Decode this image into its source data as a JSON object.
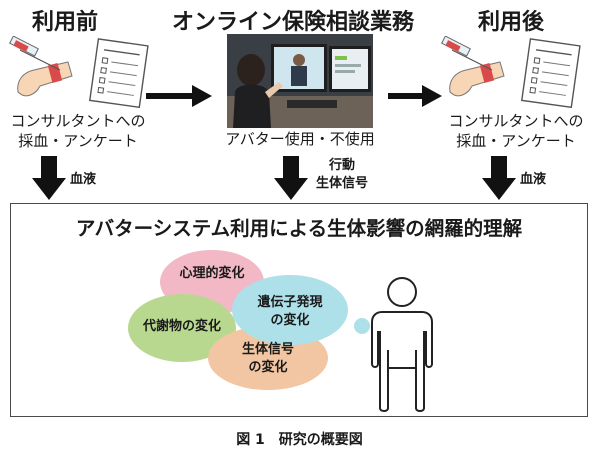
{
  "headings": {
    "before": "利用前",
    "online": "オンライン保険相談業務",
    "after": "利用後"
  },
  "captions": {
    "before_line1": "コンサルタントへの",
    "before_line2": "採血・アンケート",
    "center": "アバター使用・不使用",
    "after_line1": "コンサルタントへの",
    "after_line2": "採血・アンケート"
  },
  "arrow_labels": {
    "left": "血液",
    "center_line1": "行動",
    "center_line2": "生体信号",
    "right": "血液"
  },
  "box_title": "アバターシステム利用による生体影響の網羅的理解",
  "bubbles": {
    "psych": "心理的変化",
    "gene_line1": "遺伝子発現",
    "gene_line2": "の変化",
    "metab": "代謝物の変化",
    "bio_line1": "生体信号",
    "bio_line2": "の変化"
  },
  "figure_caption": "図 1　研究の概要図",
  "colors": {
    "psych": "#f2b8c6",
    "gene": "#aee0ea",
    "metab": "#b7d88e",
    "bio": "#f2c6a2"
  }
}
